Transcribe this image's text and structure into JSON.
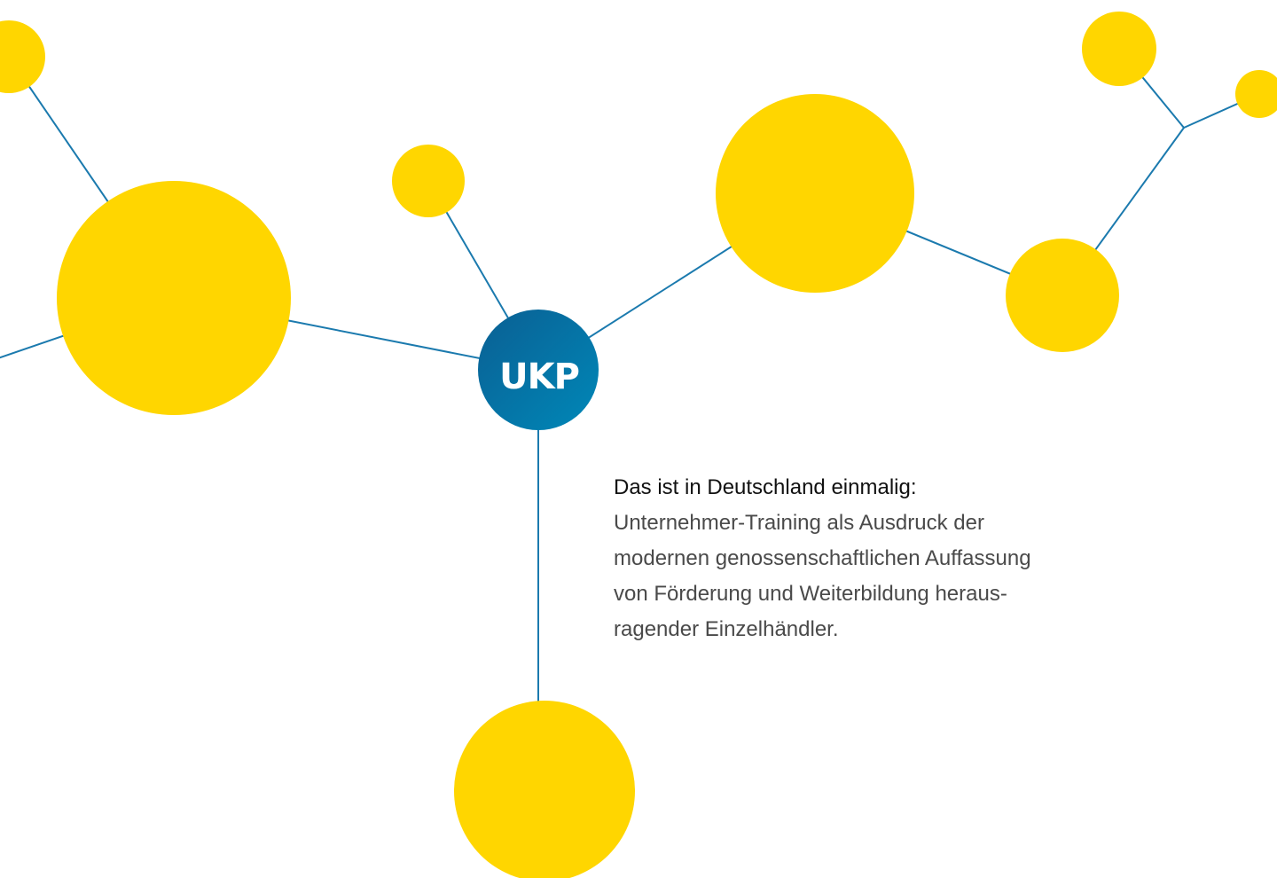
{
  "logo": {
    "text": "UKP"
  },
  "content": {
    "headline": "Das ist in Deutschland einmalig:",
    "body_lines": [
      "Unternehmer-Training als Ausdruck der",
      "modernen genossenschaftlichen Auffassung",
      "von Förderung und Weiterbildung heraus-",
      "ragender Einzelhändler."
    ]
  },
  "colors": {
    "node_yellow": "#FFD600",
    "connector_blue": "#1B7AAE",
    "hub_blue": "#0D6EA0",
    "hub_blue_light": "#0080B2"
  }
}
